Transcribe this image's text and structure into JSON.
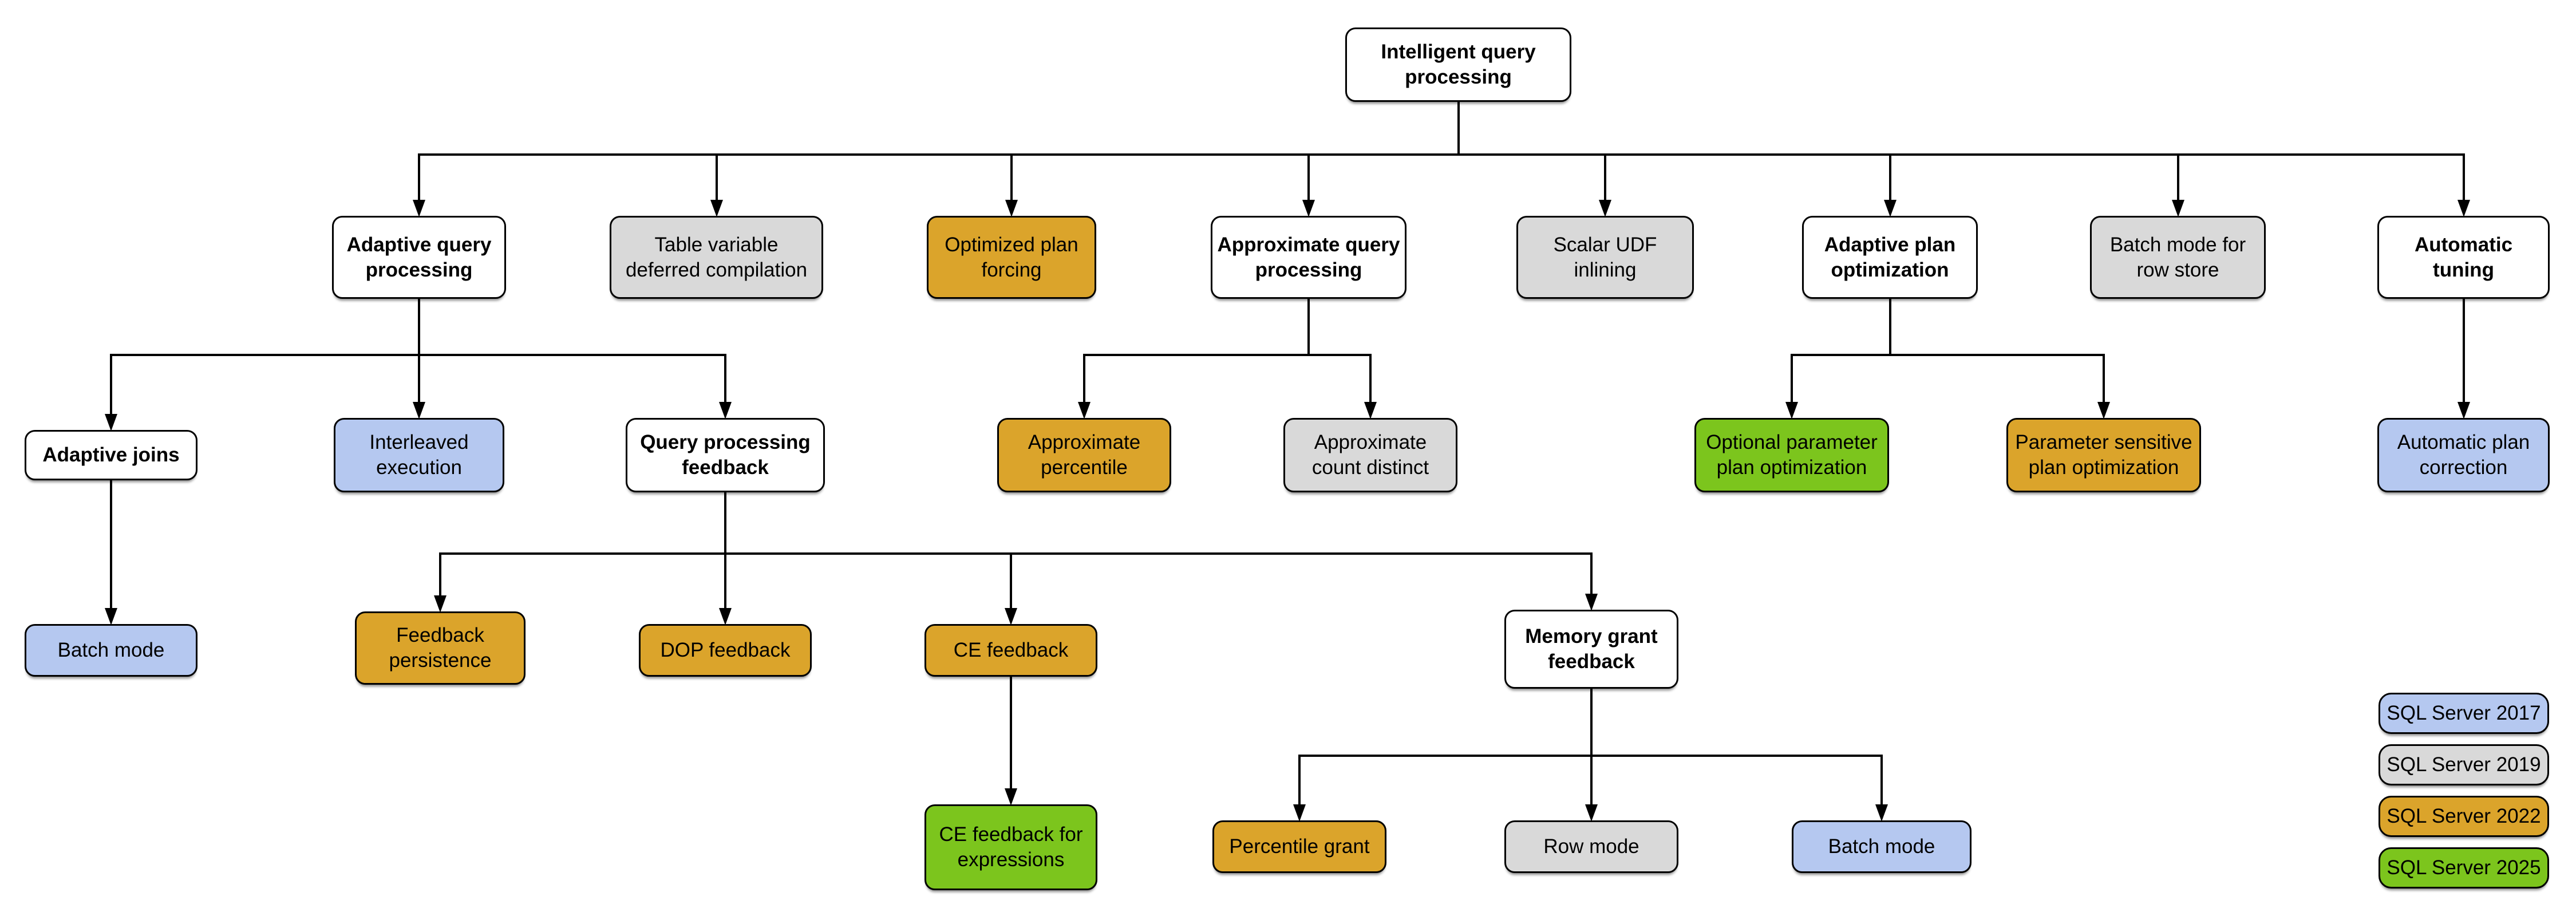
{
  "colors": {
    "sql2017": "#B5C8F0",
    "sql2019": "#D9D9D9",
    "sql2022": "#DBA42B",
    "sql2025": "#7CC51D",
    "default": "#FFFFFF",
    "line": "#000000"
  },
  "nodes": [
    {
      "id": "intelligent-query-processing",
      "label": "Intelligent query processing",
      "fill": "default"
    },
    {
      "id": "adaptive-query-processing",
      "label": "Adaptive query processing",
      "fill": "default"
    },
    {
      "id": "table-variable-deferred-compilation",
      "label": "Table variable deferred compilation",
      "fill": "sql2019"
    },
    {
      "id": "optimized-plan-forcing",
      "label": "Optimized plan forcing",
      "fill": "sql2022"
    },
    {
      "id": "approximate-query-processing",
      "label": "Approximate query processing",
      "fill": "default"
    },
    {
      "id": "scalar-udf-inlining",
      "label": "Scalar UDF inlining",
      "fill": "sql2019"
    },
    {
      "id": "adaptive-plan-optimization",
      "label": "Adaptive plan optimization",
      "fill": "default"
    },
    {
      "id": "batch-mode-for-row-store",
      "label": "Batch mode for row store",
      "fill": "sql2019"
    },
    {
      "id": "automatic-tuning",
      "label": "Automatic tuning",
      "fill": "default"
    },
    {
      "id": "adaptive-joins",
      "label": "Adaptive joins",
      "fill": "default"
    },
    {
      "id": "interleaved-execution",
      "label": "Interleaved execution",
      "fill": "sql2017"
    },
    {
      "id": "query-processing-feedback",
      "label": "Query processing feedback",
      "fill": "default"
    },
    {
      "id": "approximate-percentile",
      "label": "Approximate percentile",
      "fill": "sql2022"
    },
    {
      "id": "approximate-count-distinct",
      "label": "Approximate count distinct",
      "fill": "sql2019"
    },
    {
      "id": "optional-parameter-plan-optimization",
      "label": "Optional parameter plan optimization",
      "fill": "sql2025"
    },
    {
      "id": "parameter-sensitive-plan-optimization",
      "label": "Parameter sensitive plan optimization",
      "fill": "sql2022"
    },
    {
      "id": "automatic-plan-correction",
      "label": "Automatic plan correction",
      "fill": "sql2017"
    },
    {
      "id": "batch-mode-adaptive-joins",
      "label": "Batch mode",
      "fill": "sql2017"
    },
    {
      "id": "feedback-persistence",
      "label": "Feedback persistence",
      "fill": "sql2022"
    },
    {
      "id": "dop-feedback",
      "label": "DOP feedback",
      "fill": "sql2022"
    },
    {
      "id": "ce-feedback",
      "label": "CE feedback",
      "fill": "sql2022"
    },
    {
      "id": "memory-grant-feedback",
      "label": "Memory grant feedback",
      "fill": "default"
    },
    {
      "id": "ce-feedback-for-expressions",
      "label": "CE feedback for expressions",
      "fill": "sql2025"
    },
    {
      "id": "percentile-grant",
      "label": "Percentile grant",
      "fill": "sql2022"
    },
    {
      "id": "row-mode",
      "label": "Row mode",
      "fill": "sql2019"
    },
    {
      "id": "batch-mode-memory-grant",
      "label": "Batch mode",
      "fill": "sql2017"
    }
  ],
  "legend": [
    {
      "label": "SQL Server 2017",
      "fill": "sql2017"
    },
    {
      "label": "SQL Server 2019",
      "fill": "sql2019"
    },
    {
      "label": "SQL Server 2022",
      "fill": "sql2022"
    },
    {
      "label": "SQL Server 2025",
      "fill": "sql2025"
    }
  ]
}
